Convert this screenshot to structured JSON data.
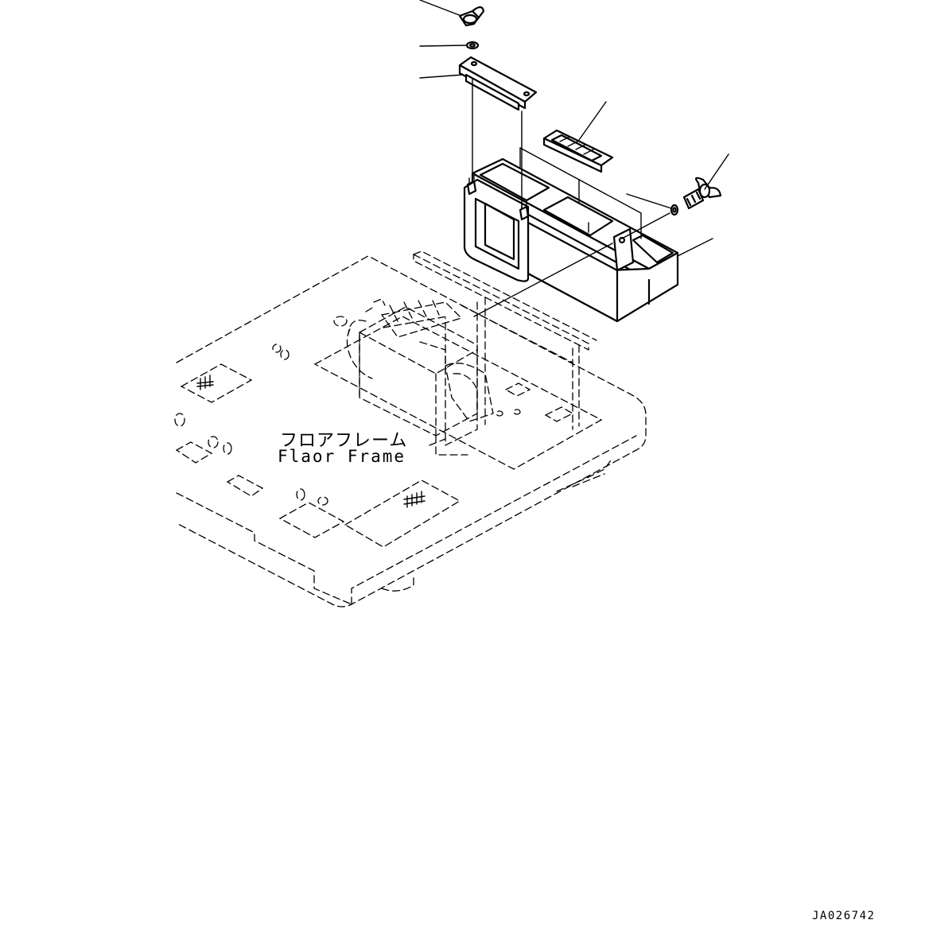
{
  "diagram": {
    "floor_frame_label_jp": "フロアフレーム",
    "floor_frame_label_en": "Flaor Frame",
    "drawing_number": "JA026742"
  }
}
